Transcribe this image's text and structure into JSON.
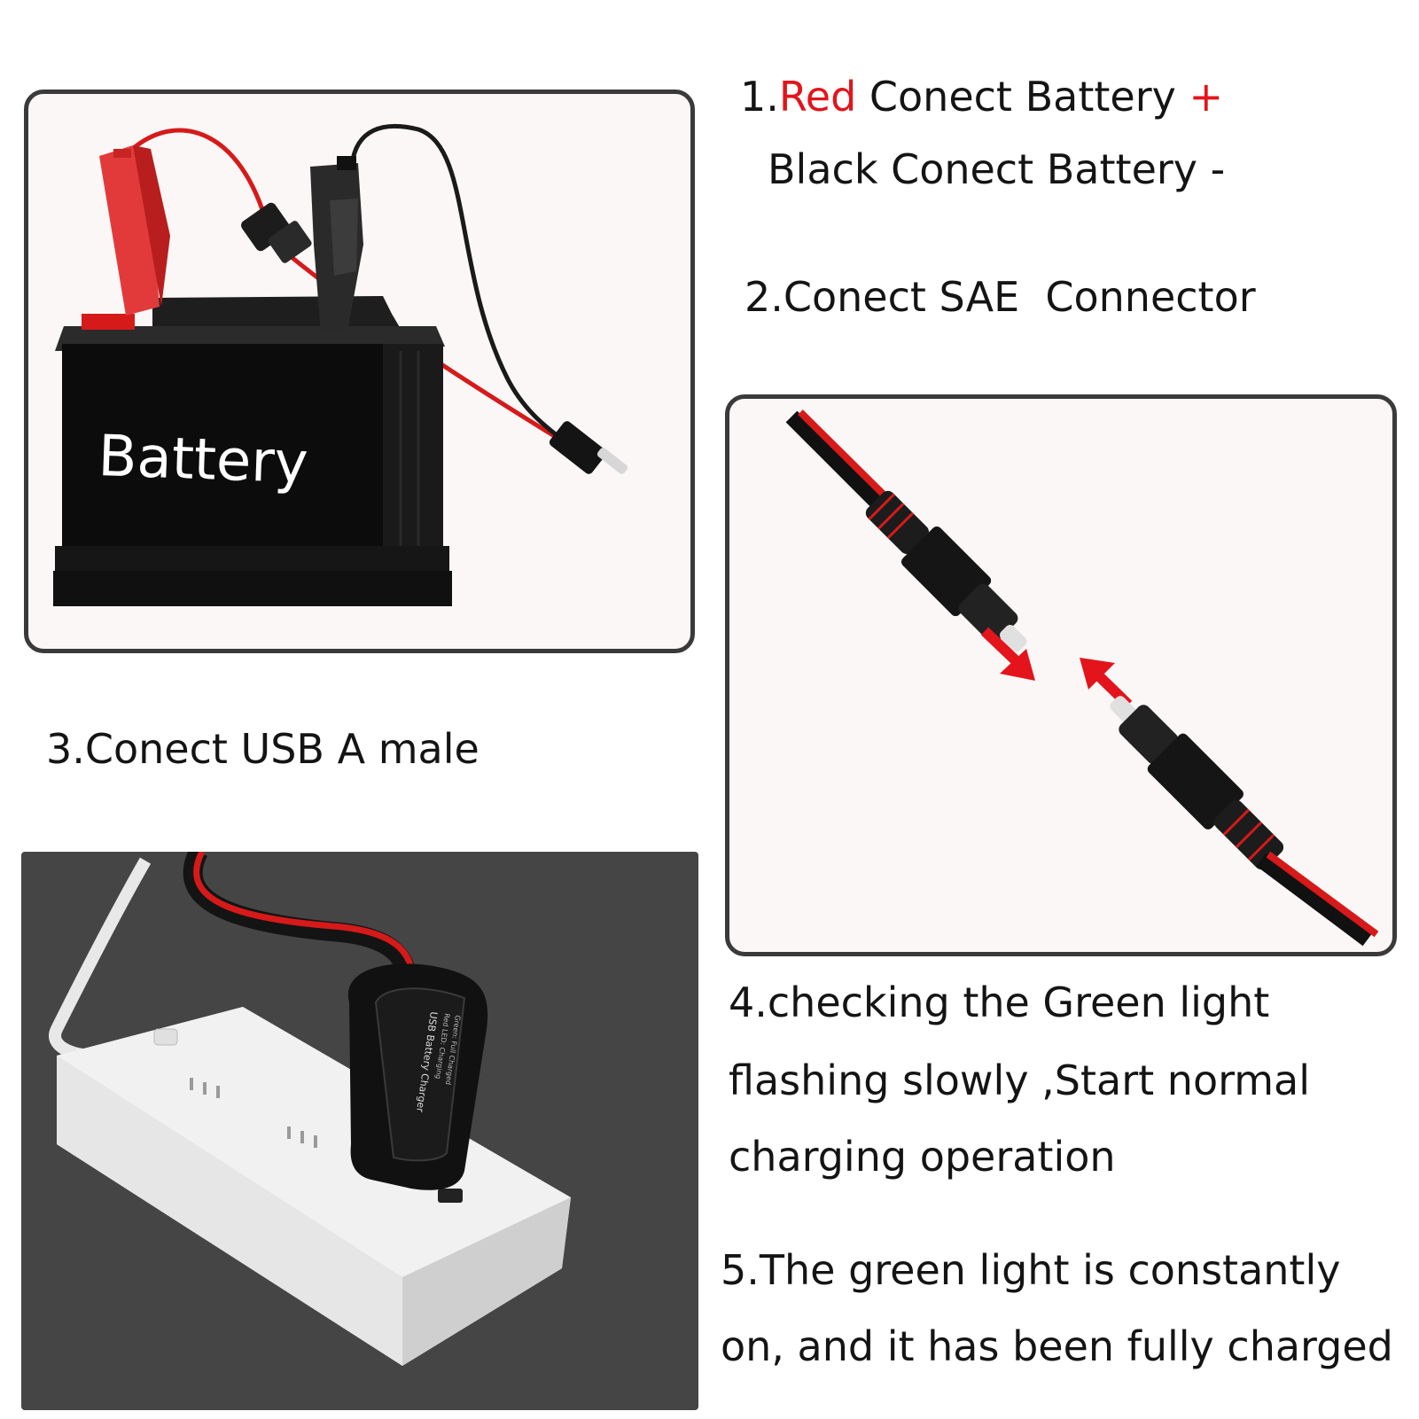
{
  "step1": {
    "number": "1.",
    "red_word": "Red",
    "text": " Conect Battery ",
    "plus": "+",
    "line2": "Black Conect Battery -",
    "red_color": "#e3141b"
  },
  "step2": {
    "text": "2.Conect SAE  Connector"
  },
  "step3": {
    "text": "3.Conect USB A male"
  },
  "step4": {
    "line1": "4.checking the Green light",
    "line2": "flashing slowly ,Start normal",
    "line3": "charging operation"
  },
  "step5": {
    "line1": "5.The green light is constantly",
    "line2": "on, and it has been fully charged"
  },
  "battery_panel": {
    "label": "Battery"
  },
  "usb_panel": {
    "device_label": "USB Battery Charger",
    "device_sublabel1": "Red LED: Charging",
    "device_sublabel2": "Green: Full Charged"
  },
  "icons": [
    "battery-illustration",
    "alligator-clip-icon",
    "sae-connector-icon",
    "arrow-icon",
    "power-strip-illustration"
  ]
}
